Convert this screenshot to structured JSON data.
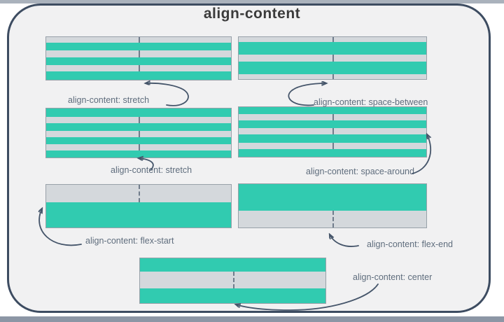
{
  "title": "align-content",
  "colors": {
    "teal": "#31cbb0",
    "gray": "#d4d8dc",
    "panel_bg": "#f1f1f2",
    "panel_border": "#3d4c61",
    "box_border": "#98a1a9",
    "label": "#5f6d7d",
    "arrow": "#45556a",
    "dash": "#707c8b",
    "top_strip": "#aab2bc",
    "bottom_strip": "#8c96a5",
    "title_color": "#3b3b3b",
    "page_bg": "#ffffff"
  },
  "examples": [
    {
      "name": "stretch-1",
      "label": "align-content: stretch",
      "stripes": [
        {
          "c": "gray",
          "h": 8
        },
        {
          "c": "teal",
          "h": 11
        },
        {
          "c": "gray",
          "h": 10
        },
        {
          "c": "teal",
          "h": 11
        },
        {
          "c": "gray",
          "h": 9
        },
        {
          "c": "teal",
          "h": 12
        }
      ]
    },
    {
      "name": "space-between",
      "label": "align-content: space-between",
      "stripes": [
        {
          "c": "gray",
          "h": 7
        },
        {
          "c": "teal",
          "h": 18
        },
        {
          "c": "gray",
          "h": 10
        },
        {
          "c": "teal",
          "h": 18
        },
        {
          "c": "gray",
          "h": 7
        }
      ]
    },
    {
      "name": "stretch-2",
      "label": "align-content: stretch",
      "stripes": [
        {
          "c": "teal",
          "h": 12
        },
        {
          "c": "gray",
          "h": 9
        },
        {
          "c": "teal",
          "h": 11
        },
        {
          "c": "gray",
          "h": 9
        },
        {
          "c": "teal",
          "h": 10
        },
        {
          "c": "gray",
          "h": 9
        },
        {
          "c": "teal",
          "h": 10
        }
      ]
    },
    {
      "name": "space-around",
      "label": "align-content: space-around",
      "stripes": [
        {
          "c": "teal",
          "h": 10
        },
        {
          "c": "gray",
          "h": 9
        },
        {
          "c": "teal",
          "h": 11
        },
        {
          "c": "gray",
          "h": 9
        },
        {
          "c": "teal",
          "h": 12
        },
        {
          "c": "gray",
          "h": 9
        },
        {
          "c": "teal",
          "h": 11
        }
      ]
    },
    {
      "name": "flex-start",
      "label": "align-content: flex-start",
      "stripes": [
        {
          "c": "gray",
          "h": 25
        },
        {
          "c": "teal",
          "h": 36
        }
      ]
    },
    {
      "name": "flex-end",
      "label": "align-content: flex-end",
      "stripes": [
        {
          "c": "teal",
          "h": 38
        },
        {
          "c": "gray",
          "h": 24
        }
      ]
    },
    {
      "name": "center",
      "label": "align-content: center",
      "stripes": [
        {
          "c": "teal",
          "h": 19
        },
        {
          "c": "gray",
          "h": 24
        },
        {
          "c": "teal",
          "h": 21
        }
      ]
    }
  ]
}
